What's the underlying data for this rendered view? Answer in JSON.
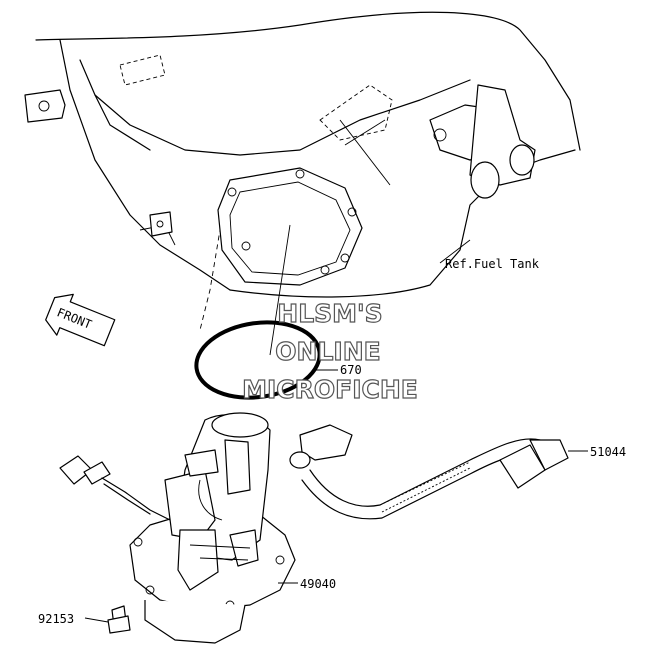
{
  "diagram": {
    "labels": {
      "fuel_tank_ref": "Ref.Fuel Tank",
      "part_670": "670",
      "part_51044": "51044",
      "part_49040": "49040",
      "part_92153": "92153",
      "front_arrow": "FRONT"
    },
    "watermark": {
      "line1": "HLSM'S",
      "line2": "ONLINE",
      "line3": "MICROFICHE"
    }
  }
}
